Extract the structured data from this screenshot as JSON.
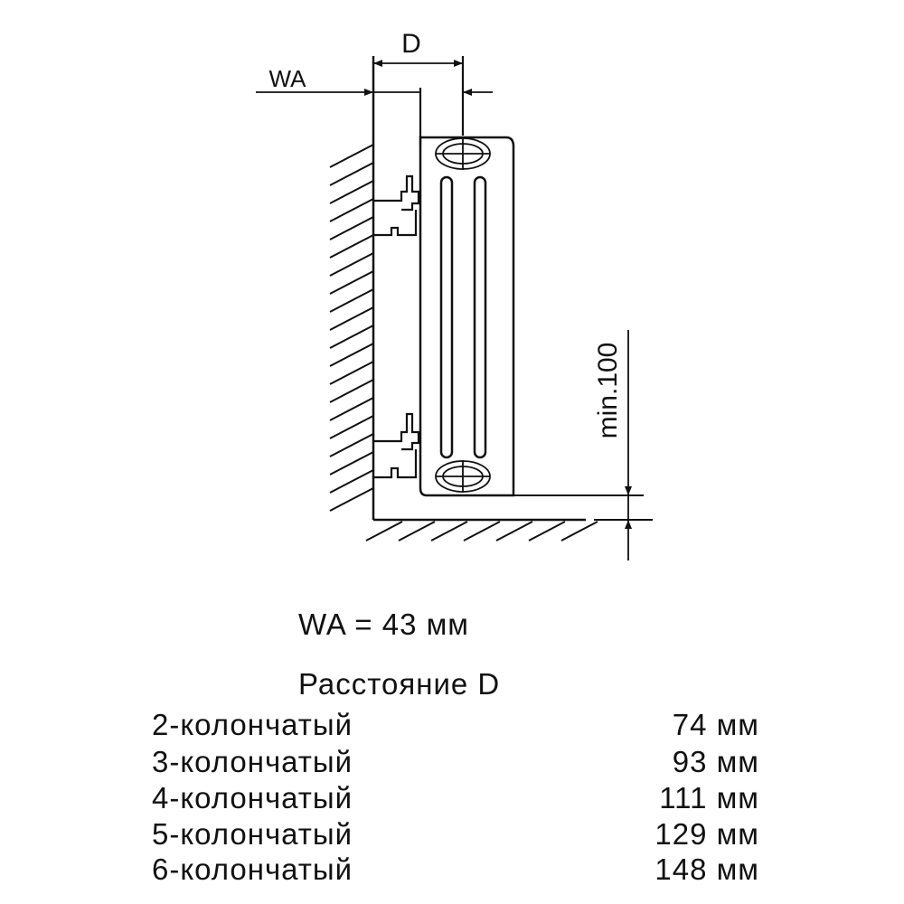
{
  "diagram": {
    "label_d": "D",
    "label_wa": "WA",
    "label_min": "min.100"
  },
  "wa_value": "WA = 43 мм",
  "table": {
    "title": "Расстояние D",
    "rows": [
      {
        "type": "2-колончатый",
        "value": "74 мм"
      },
      {
        "type": "3-колончатый",
        "value": "93 мм"
      },
      {
        "type": "4-колончатый",
        "value": "111 мм"
      },
      {
        "type": "5-колончатый",
        "value": "129 мм"
      },
      {
        "type": "6-колончатый",
        "value": "148 мм"
      }
    ]
  }
}
